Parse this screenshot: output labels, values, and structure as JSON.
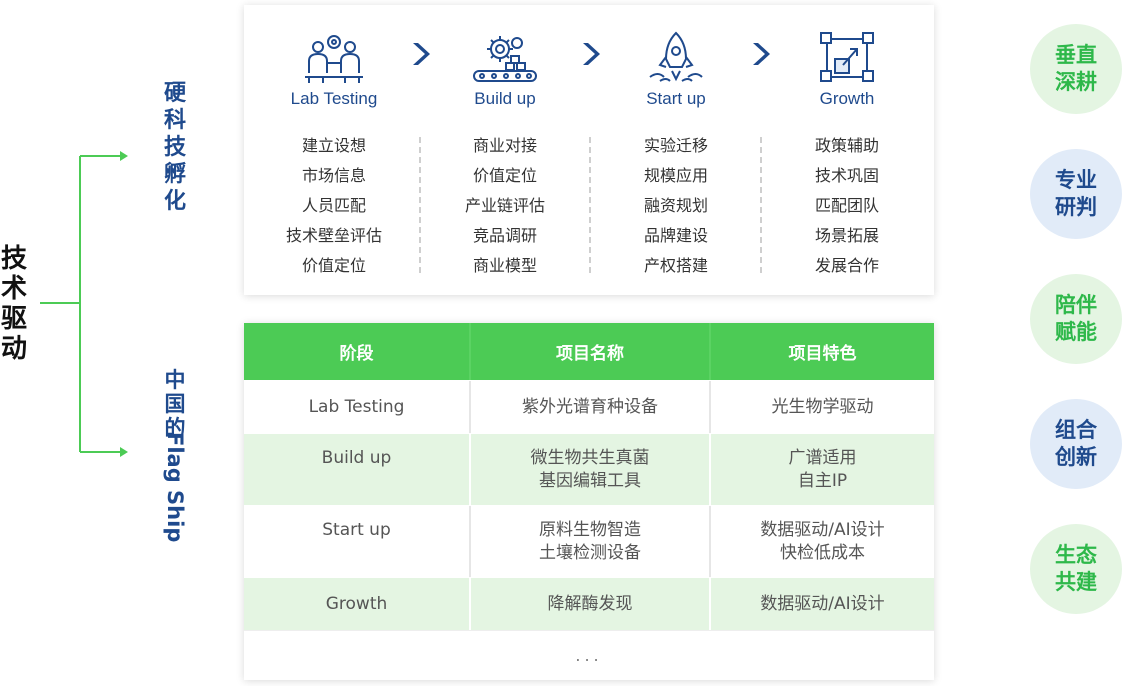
{
  "main_label": "技术驱动",
  "branches": {
    "top": "硬科技孵化",
    "bottom_cn": "中国的",
    "bottom_en": "Flag Ship"
  },
  "stages": [
    {
      "title": "Lab Testing",
      "icon": "team-collaboration-icon",
      "items": [
        "建立设想",
        "市场信息",
        "人员匹配",
        "技术壁垒评估",
        "价值定位"
      ]
    },
    {
      "title": "Build up",
      "icon": "gear-factory-icon",
      "items": [
        "商业对接",
        "价值定位",
        "产业链评估",
        "竞品调研",
        "商业模型"
      ]
    },
    {
      "title": "Start up",
      "icon": "rocket-icon",
      "items": [
        "实验迁移",
        "规模应用",
        "融资规划",
        "品牌建设",
        "产权搭建"
      ]
    },
    {
      "title": "Growth",
      "icon": "growth-chart-icon",
      "items": [
        "政策辅助",
        "技术巩固",
        "匹配团队",
        "场景拓展",
        "发展合作"
      ]
    }
  ],
  "table": {
    "headers": [
      "阶段",
      "项目名称",
      "项目特色"
    ],
    "rows": [
      {
        "stage": "Lab Testing",
        "name": [
          "紫外光谱育种设备"
        ],
        "feature": [
          "光生物学驱动"
        ]
      },
      {
        "stage": "Build up",
        "name": [
          "微生物共生真菌",
          "基因编辑工具"
        ],
        "feature": [
          "广谱适用",
          "自主IP"
        ]
      },
      {
        "stage": "Start up",
        "name": [
          "原料生物智造",
          "土壤检测设备"
        ],
        "feature": [
          "数据驱动/AI设计",
          "快检低成本"
        ]
      },
      {
        "stage": "Growth",
        "name": [
          "降解酶发现"
        ],
        "feature": [
          "数据驱动/AI设计"
        ]
      }
    ],
    "ellipsis": "..."
  },
  "circles": [
    {
      "line1": "垂直",
      "line2": "深耕",
      "style": "green"
    },
    {
      "line1": "专业",
      "line2": "研判",
      "style": "blue"
    },
    {
      "line1": "陪伴",
      "line2": "赋能",
      "style": "green"
    },
    {
      "line1": "组合",
      "line2": "创新",
      "style": "blue"
    },
    {
      "line1": "生态",
      "line2": "共建",
      "style": "green"
    }
  ],
  "colors": {
    "green": "#4ccb55",
    "navy": "#1f4a8d",
    "light_green": "#e4f5e2",
    "light_blue": "#e1ebf8"
  }
}
